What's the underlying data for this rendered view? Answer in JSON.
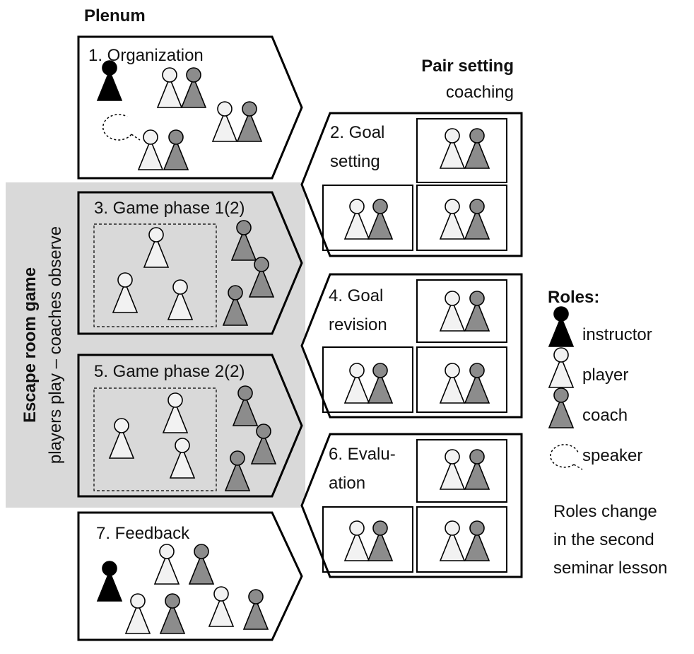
{
  "headers": {
    "plenum": "Plenum",
    "pair_setting": "Pair setting",
    "pair_setting_sub": "coaching"
  },
  "side_label": {
    "title": "Escape room game",
    "subtitle": "players play – coaches observe"
  },
  "phases": {
    "p1": "1. Organization",
    "p2_line1": "2. Goal",
    "p2_line2": "setting",
    "p3": "3. Game phase 1(2)",
    "p4_line1": "4. Goal",
    "p4_line2": "revision",
    "p5": "5. Game phase 2(2)",
    "p6_line1": "6. Evalu-",
    "p6_line2": "ation",
    "p7": "7. Feedback"
  },
  "legend": {
    "title": "Roles:",
    "items": [
      {
        "icon": "instructor-icon",
        "label": "instructor"
      },
      {
        "icon": "player-icon",
        "label": "player"
      },
      {
        "icon": "coach-icon",
        "label": "coach"
      },
      {
        "icon": "speaker-bubble-icon",
        "label": "speaker"
      }
    ],
    "note_lines": [
      "Roles change",
      "in the second",
      "seminar lesson"
    ]
  },
  "colors": {
    "instructor": "#000000",
    "player_fill": "#f2f2f2",
    "coach_fill": "#8c8c8c",
    "game_box": "#d9d9d9",
    "side_band": "#d9d9d9",
    "stroke": "#000000"
  }
}
